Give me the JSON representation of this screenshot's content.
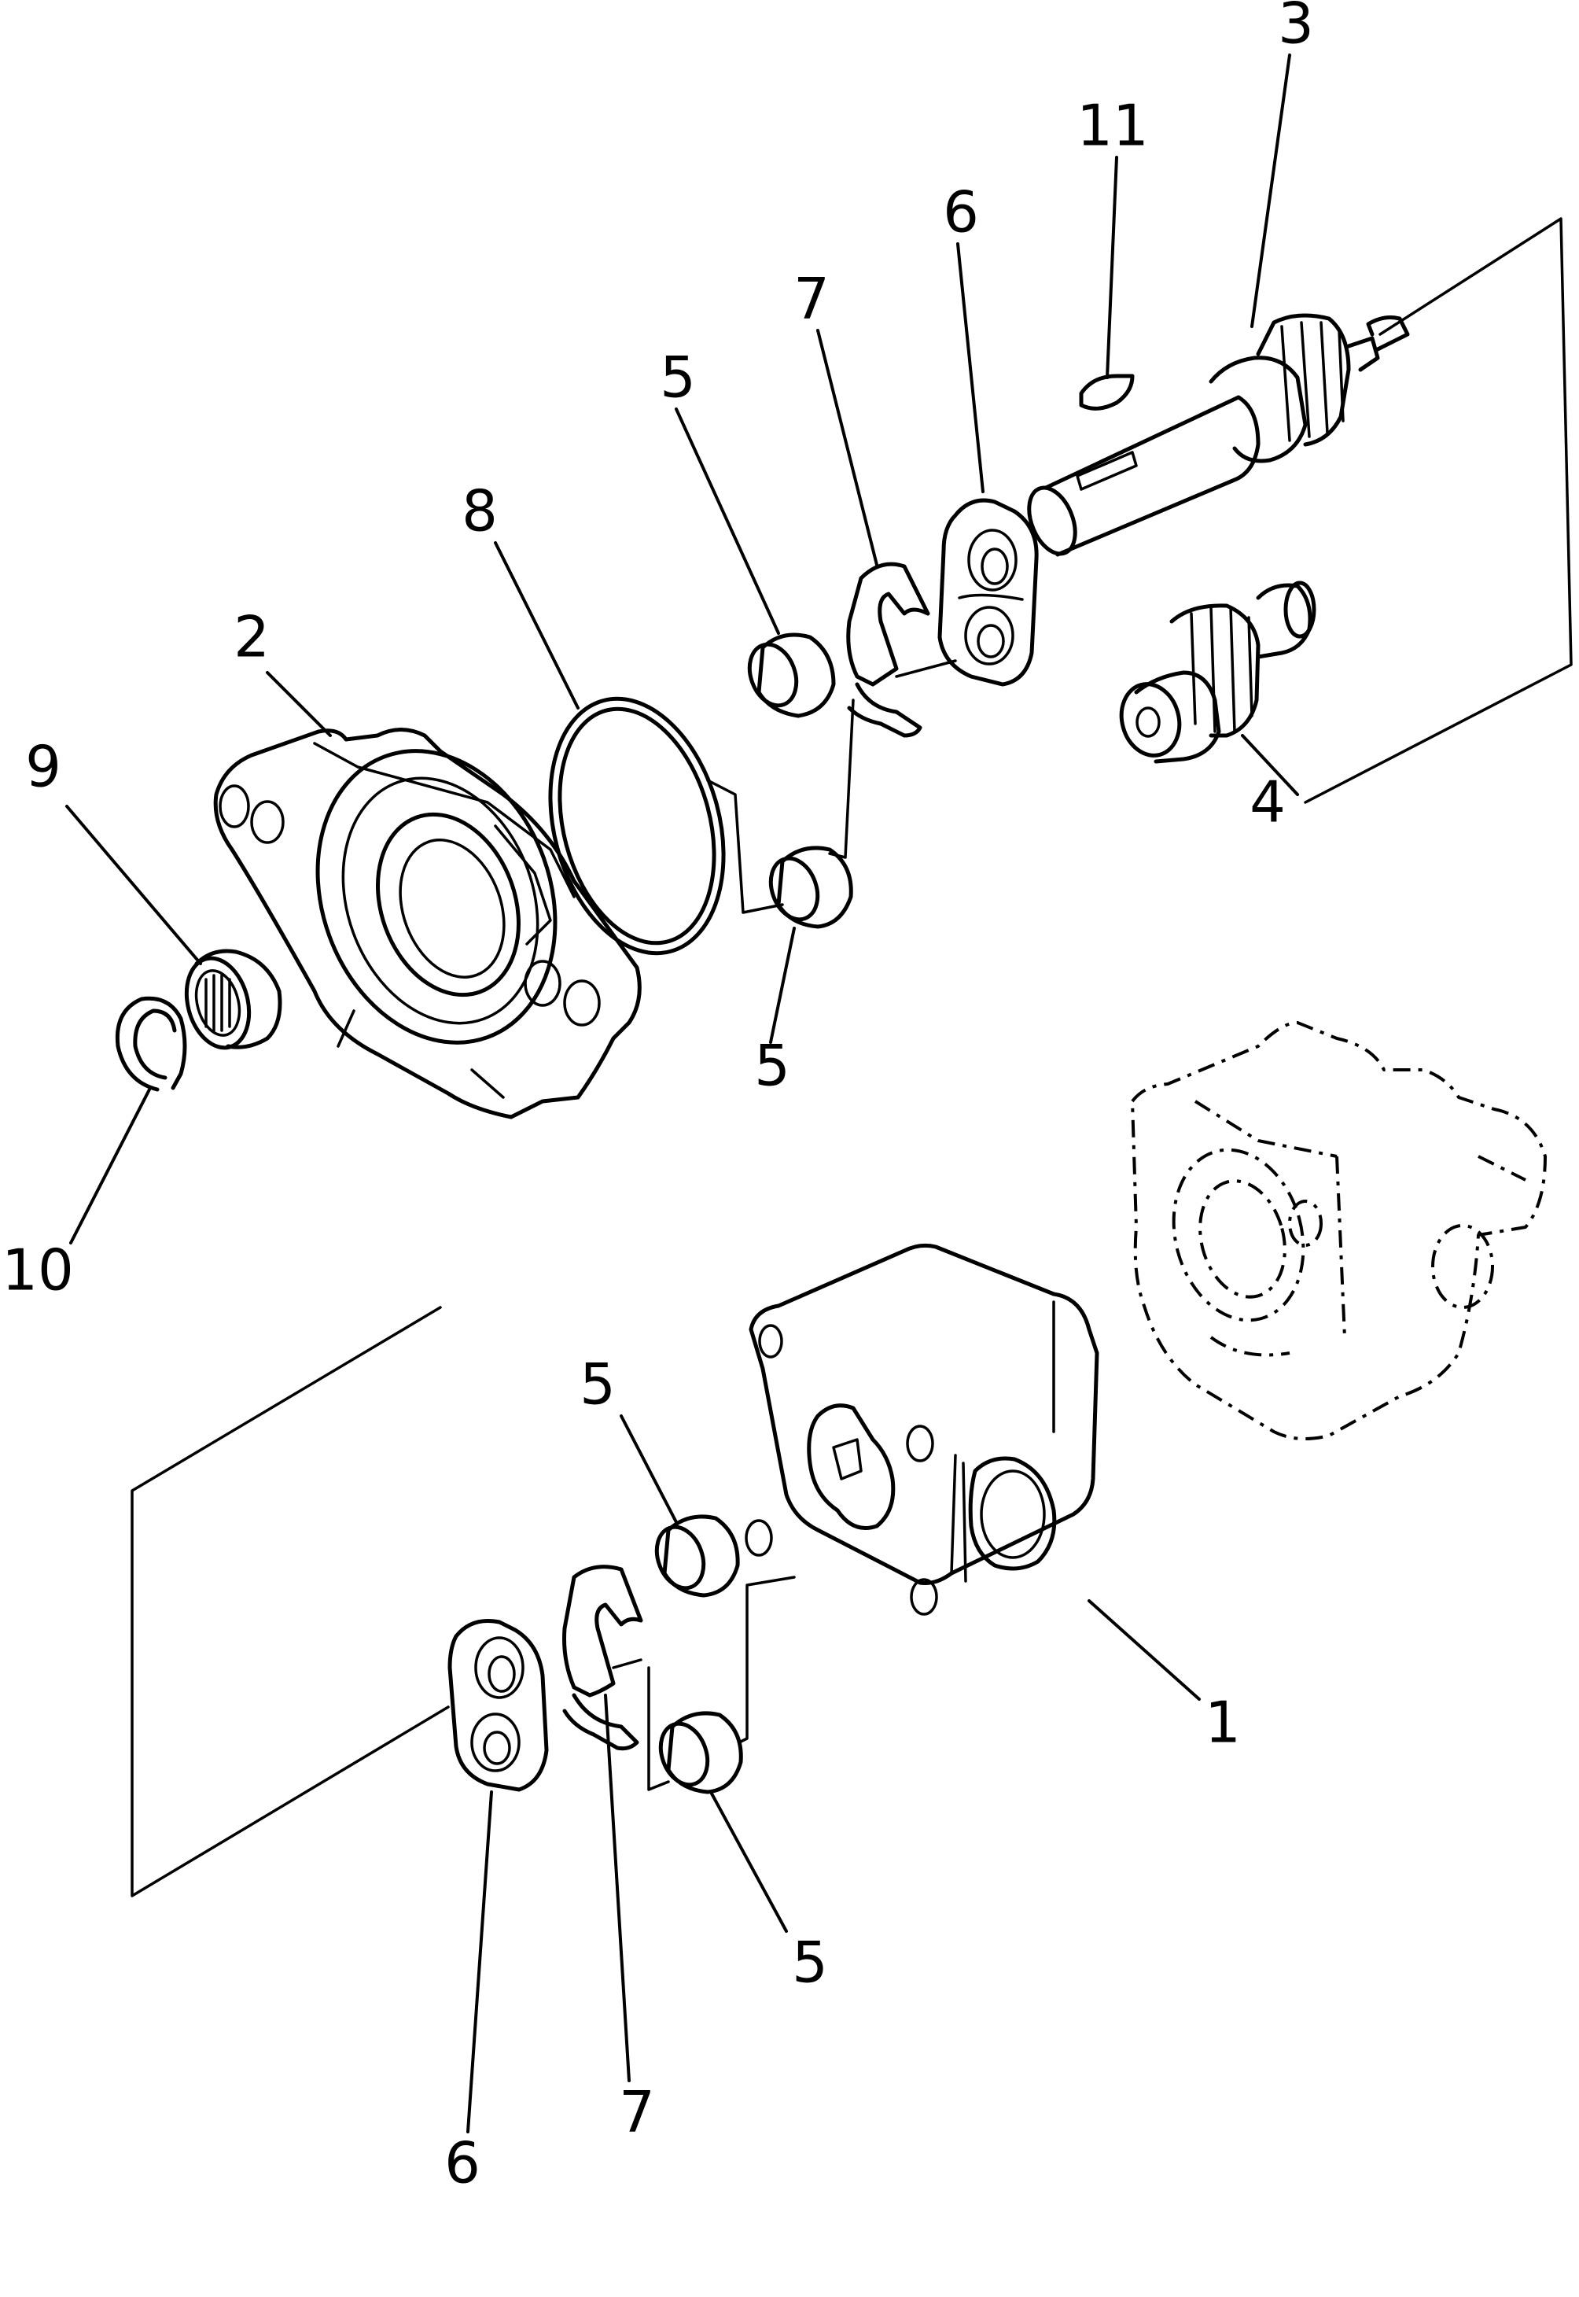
{
  "callouts": {
    "c1": "1",
    "c2": "2",
    "c3": "3",
    "c4": "4",
    "c5a": "5",
    "c5b": "5",
    "c5c": "5",
    "c5d": "5",
    "c6a": "6",
    "c6b": "6",
    "c7a": "7",
    "c7b": "7",
    "c8": "8",
    "c9": "9",
    "c10": "10",
    "c11": "11"
  }
}
